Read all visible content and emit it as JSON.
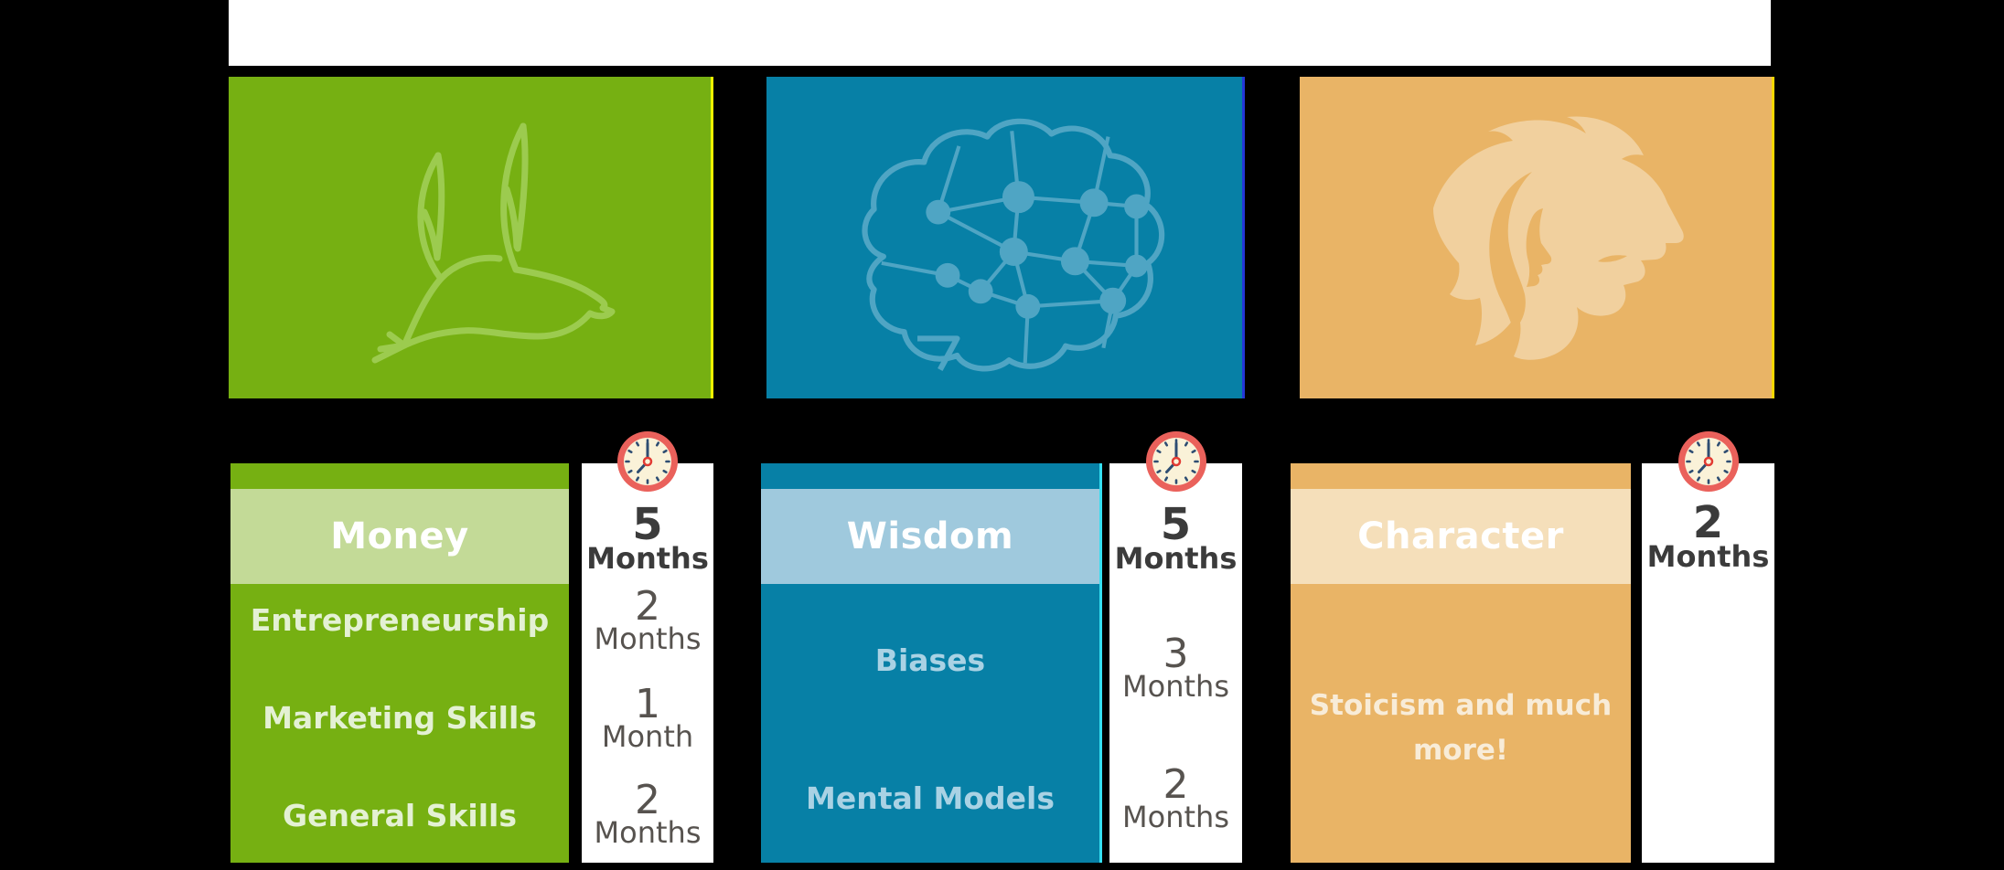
{
  "columns": [
    {
      "id": "money",
      "icon": "dove-icon",
      "title": "Money",
      "items": [
        "Entrepreneurship",
        "Marketing Skills",
        "General Skills"
      ],
      "timeline": {
        "total": {
          "value": "5",
          "unit": "Months"
        },
        "entries": [
          {
            "value": "2",
            "unit": "Months"
          },
          {
            "value": "1",
            "unit": "Month"
          },
          {
            "value": "2",
            "unit": "Months"
          }
        ]
      },
      "colors": {
        "panel": "#76B012",
        "header_band": "#C3DA97",
        "item_text": "#E4F1D4"
      }
    },
    {
      "id": "wisdom",
      "icon": "brain-icon",
      "title": "Wisdom",
      "items": [
        "Biases",
        "Mental Models"
      ],
      "timeline": {
        "total": {
          "value": "5",
          "unit": "Months"
        },
        "entries": [
          {
            "value": "3",
            "unit": "Months"
          },
          {
            "value": "2",
            "unit": "Months"
          }
        ]
      },
      "colors": {
        "panel": "#0780A6",
        "header_band": "#9FC9DD",
        "item_text": "#A9D2E4"
      }
    },
    {
      "id": "character",
      "icon": "lion-icon",
      "title": "Character",
      "items": [
        "Stoicism and much more!"
      ],
      "timeline": {
        "total": {
          "value": "2",
          "unit": "Months"
        },
        "entries": []
      },
      "colors": {
        "panel": "#E9B466",
        "header_band": "#F5DFBA",
        "item_text": "#F8ECD8"
      }
    }
  ],
  "clock_icon": {
    "ring": "#EA615B",
    "face": "#FAF2D8",
    "hands": "#2E4D72",
    "time_shown": "7:00"
  },
  "text_colors": {
    "duration_total": "#3B3B3B",
    "duration_entry": "#57534F"
  },
  "background": "#000000",
  "top_banner_color": "#FFFFFF"
}
